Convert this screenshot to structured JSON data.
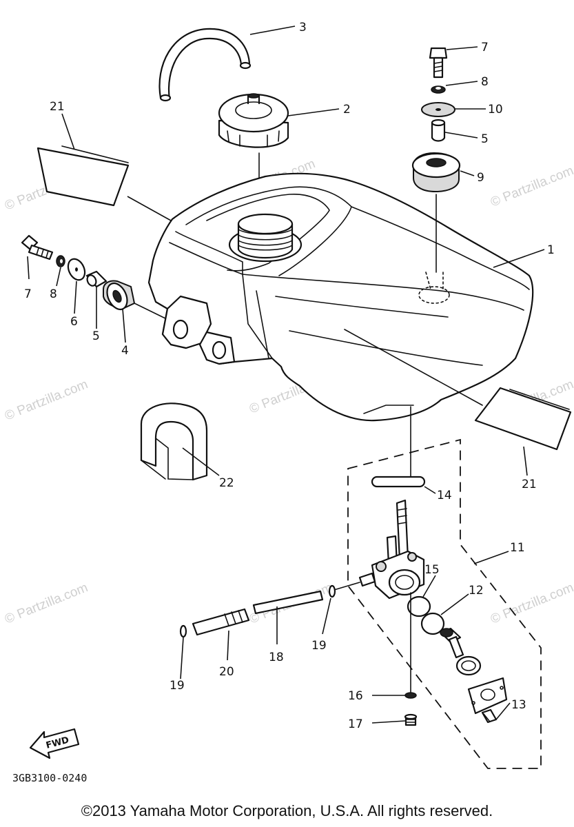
{
  "watermark": "© Partzilla.com",
  "callouts": {
    "c1": "1",
    "c2": "2",
    "c3": "3",
    "c4": "4",
    "c5a": "5",
    "c5b": "5",
    "c6": "6",
    "c7a": "7",
    "c7b": "7",
    "c8a": "8",
    "c8b": "8",
    "c9": "9",
    "c10": "10",
    "c11": "11",
    "c12": "12",
    "c13": "13",
    "c14": "14",
    "c15": "15",
    "c16": "16",
    "c17": "17",
    "c18": "18",
    "c19a": "19",
    "c19b": "19",
    "c20": "20",
    "c21a": "21",
    "c21b": "21",
    "c22": "22"
  },
  "fwd_label": "FWD",
  "diagram_code": "3GB3100-0240",
  "copyright": "©2013 Yamaha Motor Corporation, U.S.A. All rights reserved."
}
